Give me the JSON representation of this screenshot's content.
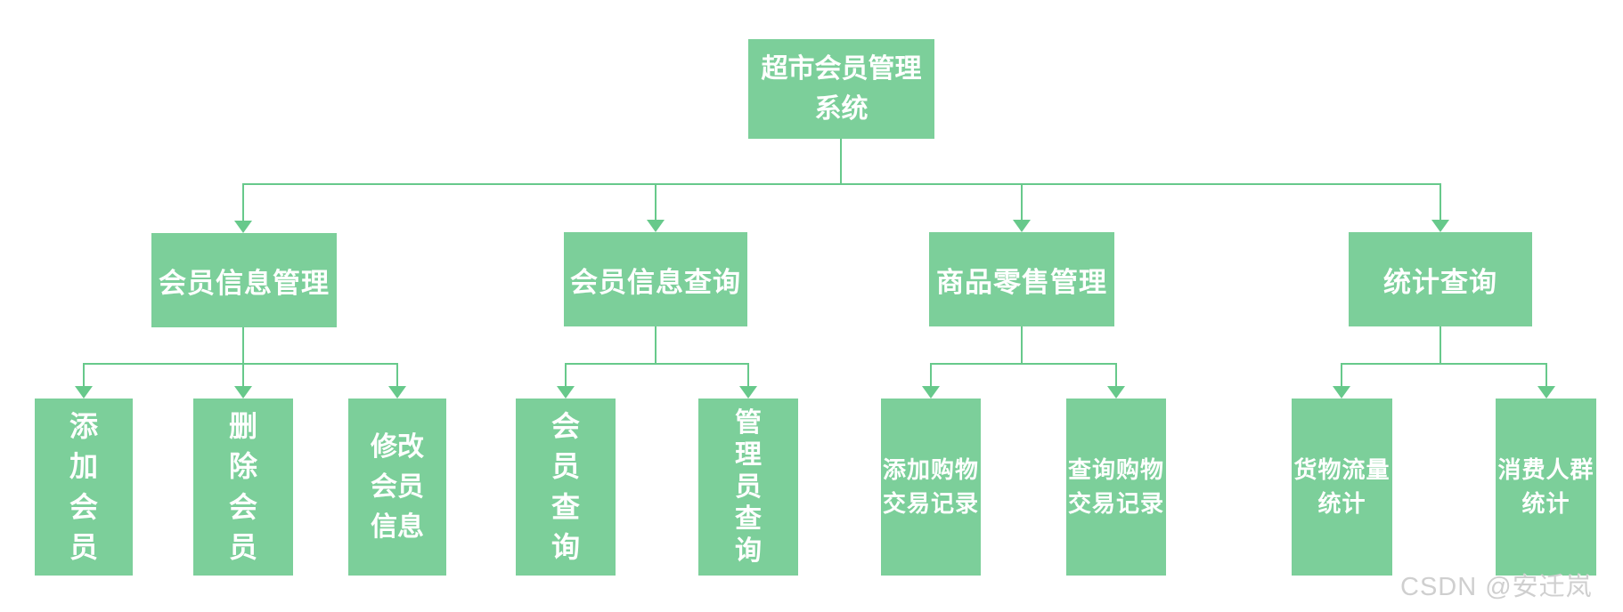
{
  "colors": {
    "node_fill": "#7ccf9a",
    "connector": "#67c98b",
    "node_text": "#ffffff",
    "watermark_text": "#cfcfcf"
  },
  "diagram": {
    "type": "tree-flowchart",
    "root": {
      "label": "超市会员管理\n系统"
    },
    "level2": [
      {
        "label": "会员信息管理"
      },
      {
        "label": "会员信息查询"
      },
      {
        "label": "商品零售管理"
      },
      {
        "label": "统计查询"
      }
    ],
    "leaves": [
      {
        "label": "添\n加\n会\n员",
        "parent": "会员信息管理"
      },
      {
        "label": "删\n除\n会\n员",
        "parent": "会员信息管理"
      },
      {
        "label": "修改\n会员\n信息",
        "parent": "会员信息管理"
      },
      {
        "label": "会\n员\n查\n询",
        "parent": "会员信息查询"
      },
      {
        "label": "管\n理\n员\n查\n询",
        "parent": "会员信息查询"
      },
      {
        "label": "添加购物\n交易记录",
        "parent": "商品零售管理"
      },
      {
        "label": "查询购物\n交易记录",
        "parent": "商品零售管理"
      },
      {
        "label": "货物流量\n统计",
        "parent": "统计查询"
      },
      {
        "label": "消费人群\n统计",
        "parent": "统计查询"
      }
    ]
  },
  "watermark": {
    "label": "CSDN @安迁岚"
  }
}
